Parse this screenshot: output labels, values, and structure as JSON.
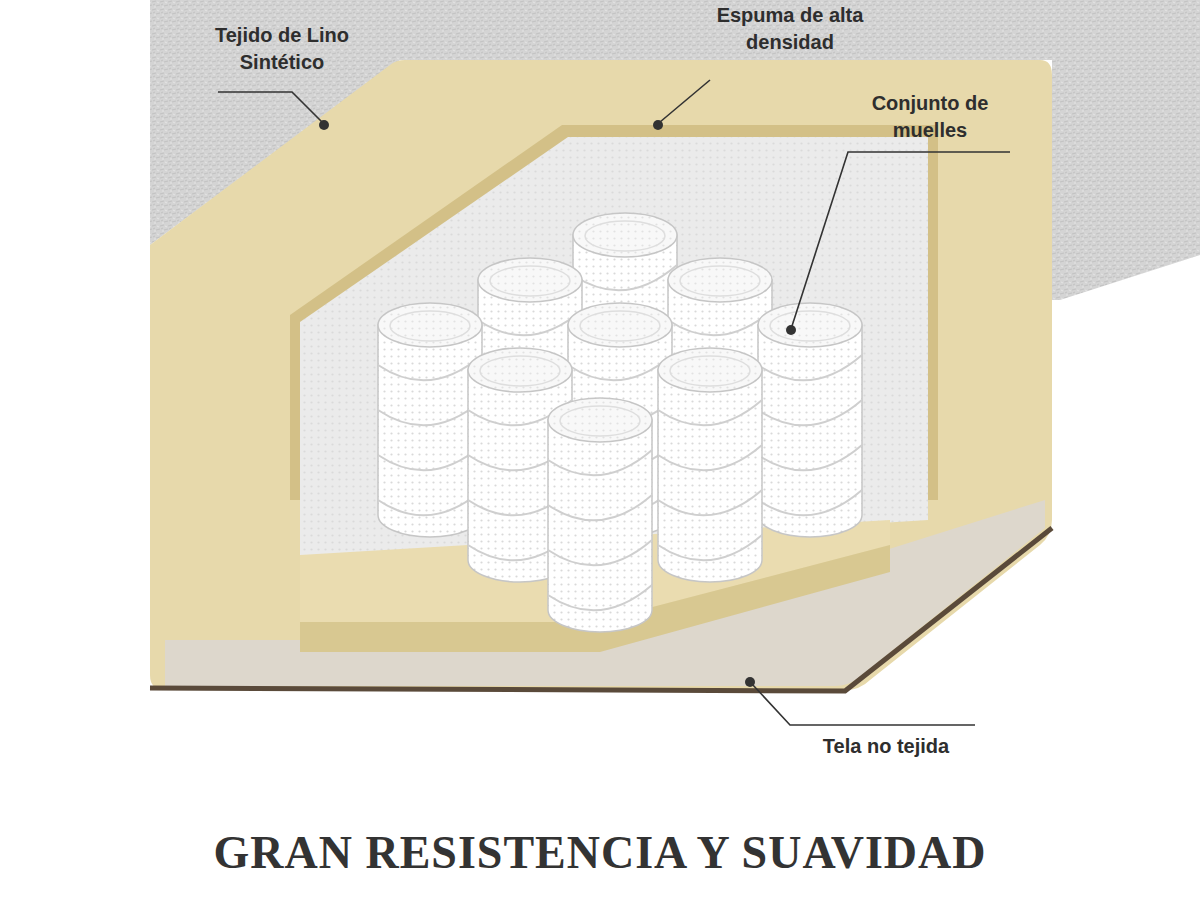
{
  "diagram": {
    "title": "GRAN RESISTENCIA Y SUAVIDAD",
    "labels": [
      "Tejido de Lino Sintético",
      "Espuma de alta densidad",
      "Conjunto de muelles",
      "Tela no tejida"
    ]
  }
}
